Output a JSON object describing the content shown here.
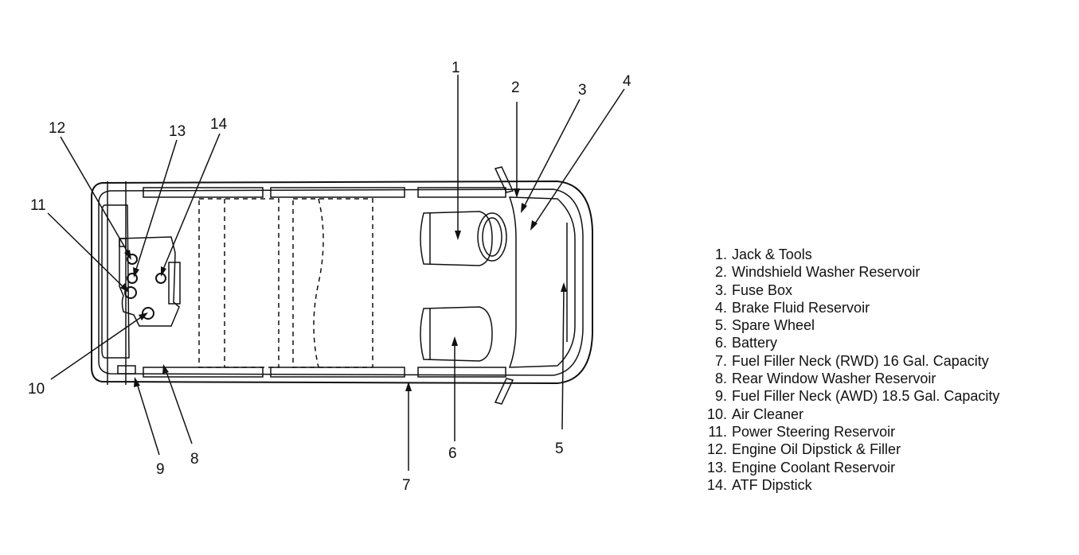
{
  "callouts": [
    "1",
    "2",
    "3",
    "4",
    "5",
    "6",
    "7",
    "8",
    "9",
    "10",
    "11",
    "12",
    "13",
    "14"
  ],
  "legend": [
    {
      "num": "1.",
      "label": "Jack & Tools"
    },
    {
      "num": "2.",
      "label": "Windshield Washer Reservoir"
    },
    {
      "num": "3.",
      "label": "Fuse Box"
    },
    {
      "num": "4.",
      "label": "Brake Fluid Reservoir"
    },
    {
      "num": "5.",
      "label": "Spare Wheel"
    },
    {
      "num": "6.",
      "label": "Battery"
    },
    {
      "num": "7.",
      "label": "Fuel Filler Neck (RWD) 16 Gal. Capacity"
    },
    {
      "num": "8.",
      "label": "Rear Window Washer Reservoir"
    },
    {
      "num": "9.",
      "label": "Fuel Filler Neck (AWD) 18.5 Gal. Capacity"
    },
    {
      "num": "10.",
      "label": "Air Cleaner"
    },
    {
      "num": "11.",
      "label": "Power Steering Reservoir"
    },
    {
      "num": "12.",
      "label": "Engine Oil Dipstick & Filler"
    },
    {
      "num": "13.",
      "label": "Engine Coolant Reservoir"
    },
    {
      "num": "14.",
      "label": "ATF Dipstick"
    }
  ]
}
